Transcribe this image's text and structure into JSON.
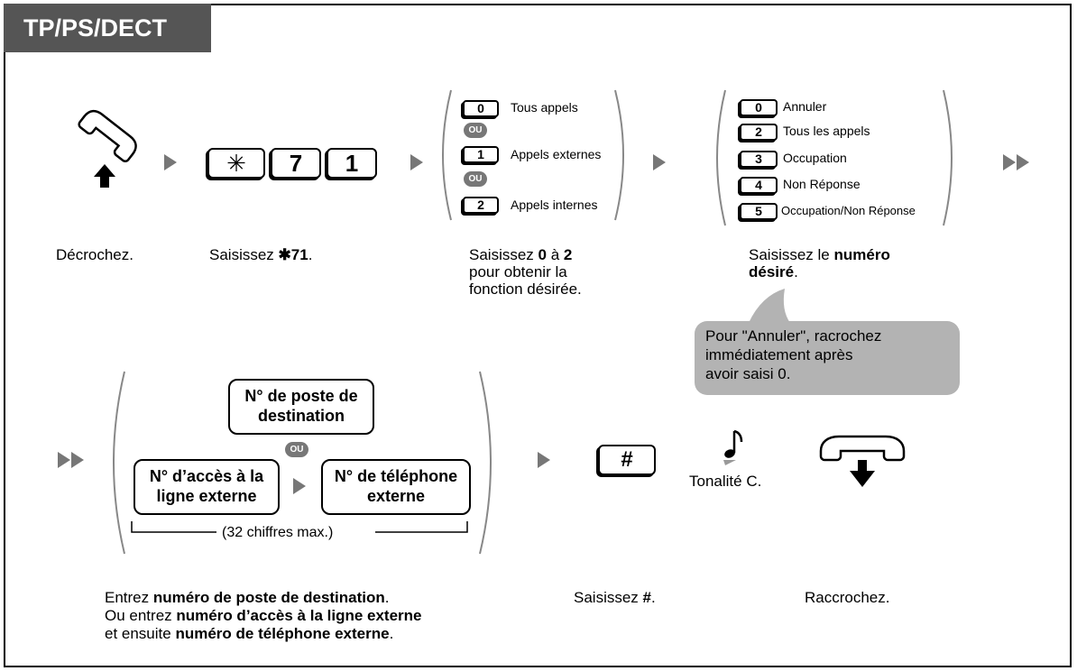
{
  "title": "TP/PS/DECT",
  "steps": {
    "off_hook": {
      "caption": "Décrochez."
    },
    "enter_code": {
      "keys": [
        "7",
        "1"
      ],
      "caption_prefix": "Saisissez ",
      "caption_code": "71",
      "caption_suffix": "."
    },
    "select_type": {
      "options": [
        {
          "key": "0",
          "label": "Tous appels"
        },
        {
          "key": "1",
          "label": "Appels externes"
        },
        {
          "key": "2",
          "label": "Appels internes"
        }
      ],
      "or_label": "OU",
      "caption_parts": [
        "Saisissez ",
        "0",
        " à ",
        "2",
        "pour obtenir la",
        "fonction désirée."
      ]
    },
    "select_mode": {
      "options": [
        {
          "key": "0",
          "label": "Annuler"
        },
        {
          "key": "2",
          "label": "Tous les appels"
        },
        {
          "key": "3",
          "label": "Occupation"
        },
        {
          "key": "4",
          "label": "Non Réponse"
        },
        {
          "key": "5",
          "label": "Occupation/Non Réponse"
        }
      ],
      "caption_prefix": "Saisissez le ",
      "caption_bold_1": "numéro",
      "caption_bold_2": "désiré",
      "caption_suffix": ".",
      "note_lines": [
        "Pour \"Annuler\", racrochez",
        "immédiatement après",
        "avoir saisi 0."
      ]
    },
    "destination": {
      "ext_box_lines": [
        "N° de poste de",
        "destination"
      ],
      "or_label": "OU",
      "line_access_lines": [
        "N° d’accès à la",
        "ligne externe"
      ],
      "phone_lines": [
        "N° de téléphone",
        "externe"
      ],
      "max_digits": "(32 chiffres max.)",
      "caption": {
        "l1_prefix": "Entrez ",
        "l1_bold": "numéro de poste de destination",
        "l1_suffix": ".",
        "l2_prefix": "Ou entrez ",
        "l2_bold": "numéro d’accès à la ligne externe",
        "l3_prefix": "et ensuite ",
        "l3_bold": "numéro de téléphone externe",
        "l3_suffix": "."
      }
    },
    "hash": {
      "key": "#",
      "caption_prefix": "Saisissez ",
      "caption_bold": "#",
      "caption_suffix": "."
    },
    "tone": {
      "label": "Tonalité C."
    },
    "hang_up": {
      "caption": "Raccrochez."
    }
  },
  "colors": {
    "title_bg": "#555555",
    "arrow": "#777777",
    "note_bg": "#b3b3b3"
  }
}
